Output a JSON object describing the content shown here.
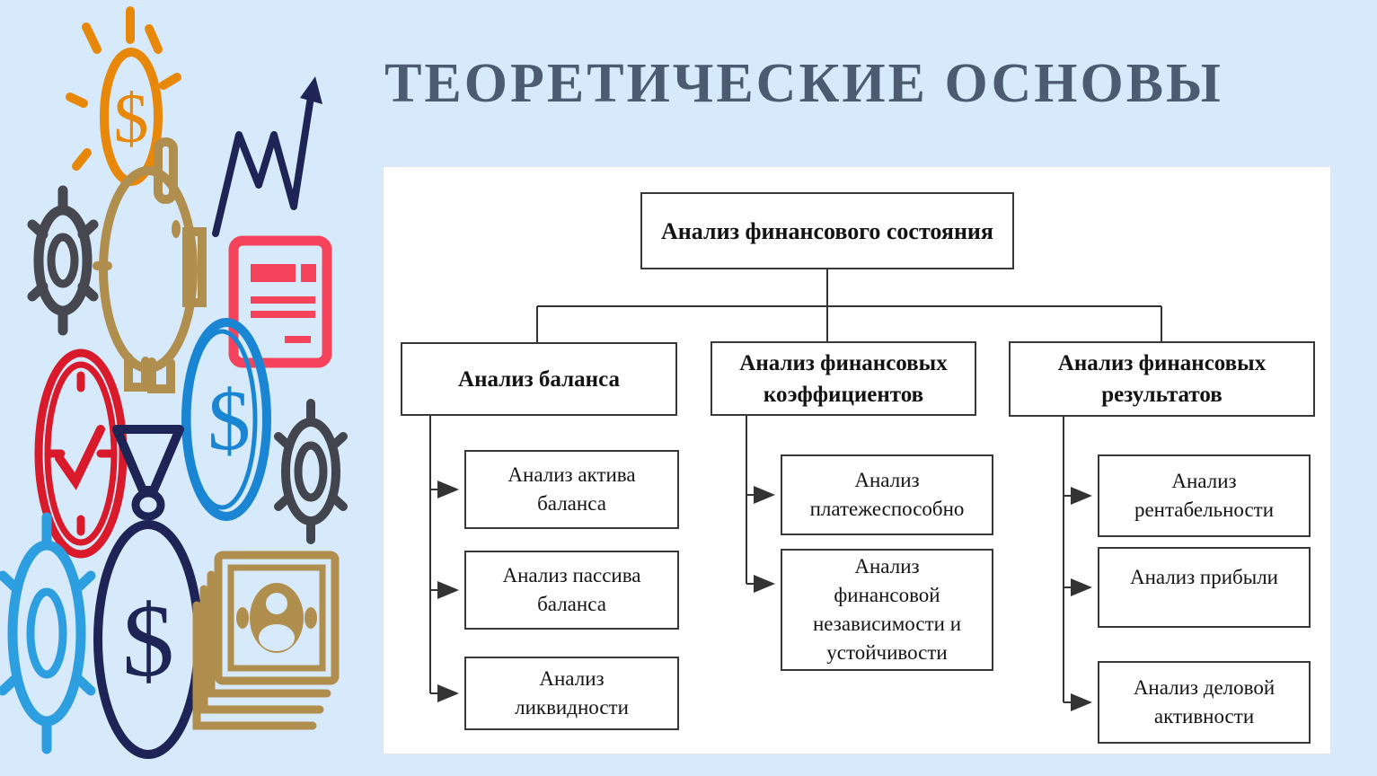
{
  "title": "ТЕОРЕТИЧЕСКИЕ ОСНОВЫ",
  "glyphs": {
    "dollar": "$"
  },
  "colors": {
    "background": "#d7eafb",
    "panel": "#ffffff",
    "node_border": "#383838",
    "connector_line": "#333333",
    "title_text": "#4c5b72",
    "node_text": "#131313",
    "orange": "#e8880b",
    "tan": "#b08e4d",
    "navy": "#1e2556",
    "dark_gray": "#47474f",
    "red_clock": "#d91a2a",
    "red_document": "#f4435a",
    "blue_coin": "#1a86d3",
    "blue_gear": "#2d9fe0"
  },
  "decor": {
    "icons": [
      "sun-dollar-icon",
      "piggy-bank-icon",
      "growth-arrow-icon",
      "gear-dark-icon",
      "document-icon",
      "coin-dollar-icon",
      "clock-icon",
      "money-bag-icon",
      "gear-blue-icon",
      "gear-small-dark-icon",
      "banknotes-icon"
    ]
  },
  "diagram": {
    "root": {
      "label": "Анализ финансового состояния"
    },
    "branches": [
      {
        "label": "Анализ баланса",
        "children": [
          "Анализ актива баланса",
          "Анализ пассива баланса",
          "Анализ ликвидности"
        ]
      },
      {
        "label": "Анализ финансовых коэффициентов",
        "children": [
          "Анализ платежеспособно",
          "Анализ финансовой независимости и устойчивости"
        ]
      },
      {
        "label": "Анализ финансовых результатов",
        "children": [
          "Анализ рентабельности",
          "Анализ прибыли",
          "Анализ деловой активности"
        ]
      }
    ]
  }
}
